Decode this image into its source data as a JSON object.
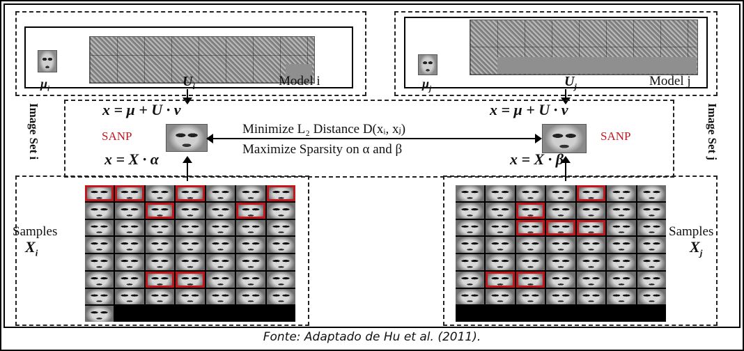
{
  "figure": {
    "model_i": {
      "mean_label": "μ",
      "mean_sub": "i",
      "basis_label": "U",
      "basis_sub": "i",
      "name": "Model i"
    },
    "model_j": {
      "mean_label": "μ",
      "mean_sub": "j",
      "basis_label": "U",
      "basis_sub": "j",
      "name": "Model j"
    },
    "center": {
      "eq_top_i": "x = μ + U · v",
      "eq_top_j": "x = μ + U · v",
      "eq_bottom_i": "x = X · α",
      "eq_bottom_j": "x = X · β",
      "sanp_i": "SANP",
      "sanp_j": "SANP",
      "minimize_text": "Minimize L₂ Distance D(xᵢ, xⱼ)",
      "maximize_text": "Maximize Sparsity on α and β"
    },
    "set_i_label": "Image Set i",
    "set_j_label": "Image Set j",
    "samples_i": {
      "label": "Samples",
      "symbol": "X",
      "sub": "i"
    },
    "samples_j": {
      "label": "Samples",
      "symbol": "X",
      "sub": "j"
    },
    "accent_color": "#c1171d"
  },
  "caption": "Fonte: Adaptado de Hu et al. (2011)."
}
